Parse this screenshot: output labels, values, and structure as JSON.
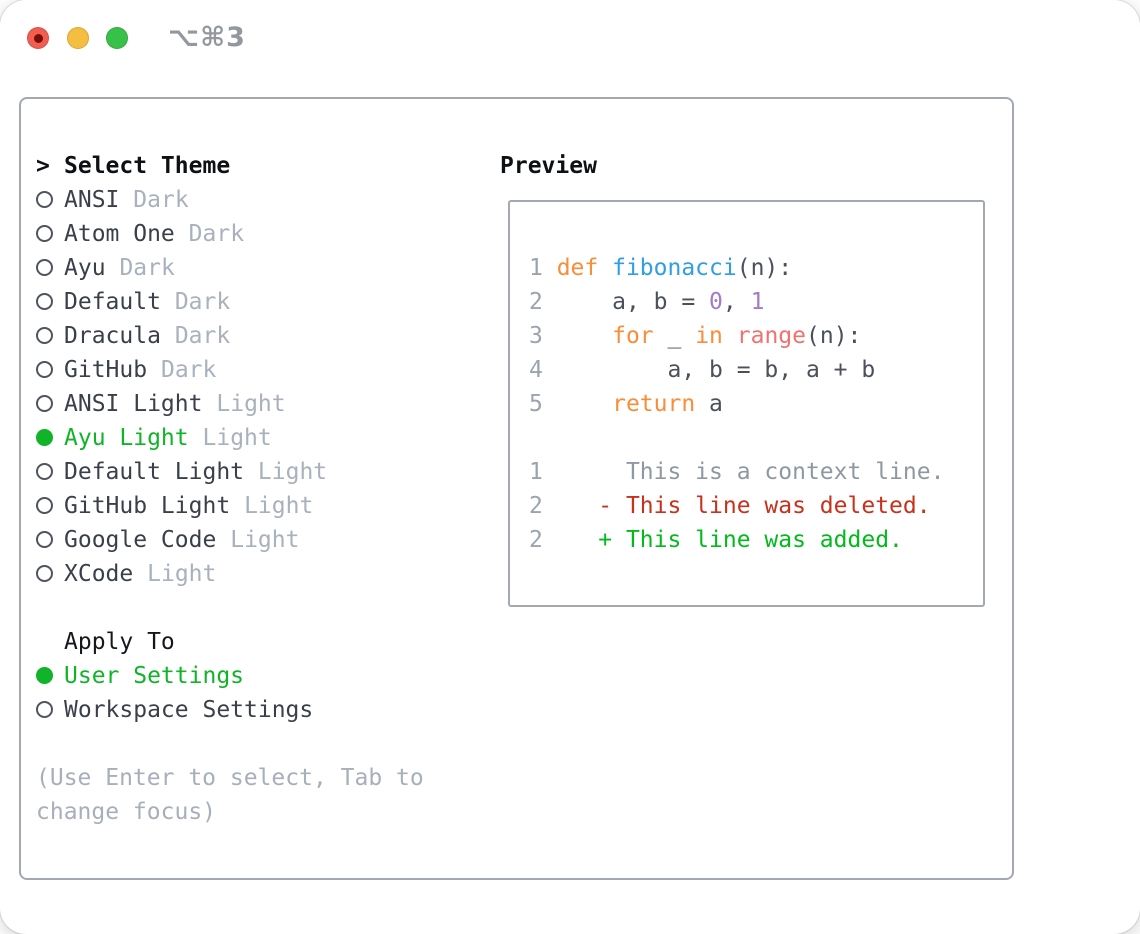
{
  "window": {
    "title_shortcut": "⌥⌘3"
  },
  "theme_panel": {
    "prompt": ">",
    "header": "Select Theme",
    "items": [
      {
        "name": "ANSI",
        "variant": "Dark",
        "selected": false
      },
      {
        "name": "Atom One",
        "variant": "Dark",
        "selected": false
      },
      {
        "name": "Ayu",
        "variant": "Dark",
        "selected": false
      },
      {
        "name": "Default",
        "variant": "Dark",
        "selected": false
      },
      {
        "name": "Dracula",
        "variant": "Dark",
        "selected": false
      },
      {
        "name": "GitHub",
        "variant": "Dark",
        "selected": false
      },
      {
        "name": "ANSI Light",
        "variant": "Light",
        "selected": false
      },
      {
        "name": "Ayu Light",
        "variant": "Light",
        "selected": true
      },
      {
        "name": "Default Light",
        "variant": "Light",
        "selected": false
      },
      {
        "name": "GitHub Light",
        "variant": "Light",
        "selected": false
      },
      {
        "name": "Google Code",
        "variant": "Light",
        "selected": false
      },
      {
        "name": "XCode",
        "variant": "Light",
        "selected": false
      }
    ]
  },
  "apply_panel": {
    "header": "Apply To",
    "options": [
      {
        "label": "User Settings",
        "selected": true
      },
      {
        "label": "Workspace Settings",
        "selected": false
      }
    ]
  },
  "help": {
    "line1": "(Use Enter to select, Tab to",
    "line2": "change focus)"
  },
  "preview": {
    "header": "Preview",
    "code_lines": [
      [
        {
          "t": "1 ",
          "c": "num"
        },
        {
          "t": "def ",
          "c": "kw"
        },
        {
          "t": "fibonacci",
          "c": "fn"
        },
        {
          "t": "(n):",
          "c": "plain"
        }
      ],
      [
        {
          "t": "2 ",
          "c": "num"
        },
        {
          "t": "    a, b = ",
          "c": "plain"
        },
        {
          "t": "0",
          "c": "purple"
        },
        {
          "t": ", ",
          "c": "plain"
        },
        {
          "t": "1",
          "c": "purple"
        }
      ],
      [
        {
          "t": "3 ",
          "c": "num"
        },
        {
          "t": "    ",
          "c": "plain"
        },
        {
          "t": "for",
          "c": "kw"
        },
        {
          "t": " _ ",
          "c": "plain"
        },
        {
          "t": "in",
          "c": "kw"
        },
        {
          "t": " ",
          "c": "plain"
        },
        {
          "t": "range",
          "c": "coral"
        },
        {
          "t": "(n):",
          "c": "plain"
        }
      ],
      [
        {
          "t": "4 ",
          "c": "num"
        },
        {
          "t": "        a, b = b, a + b",
          "c": "plain"
        }
      ],
      [
        {
          "t": "5 ",
          "c": "num"
        },
        {
          "t": "    ",
          "c": "plain"
        },
        {
          "t": "return",
          "c": "kw"
        },
        {
          "t": " a",
          "c": "plain"
        }
      ],
      [],
      [
        {
          "t": "1",
          "c": "num"
        },
        {
          "t": "      This is a context line.",
          "c": "ctx"
        }
      ],
      [
        {
          "t": "2",
          "c": "num"
        },
        {
          "t": "    ",
          "c": "plain"
        },
        {
          "t": "- This line was deleted.",
          "c": "del"
        }
      ],
      [
        {
          "t": "2",
          "c": "num"
        },
        {
          "t": "    ",
          "c": "plain"
        },
        {
          "t": "+ This line was added.",
          "c": "add"
        }
      ]
    ]
  },
  "colors": {
    "selection_green": "#11b428",
    "added_green": "#03ba1d",
    "deleted_red": "#c8311b",
    "keyword_orange": "#f98d3a",
    "function_blue": "#2f9fe5",
    "number_purple": "#a37acc",
    "call_coral": "#f0716f",
    "code_text": "#4a515b",
    "gutter_gray": "#9aa3ae",
    "muted_gray": "#a8b1bd",
    "border_gray": "#a2a9b3",
    "traffic_red": "#f15e51",
    "traffic_yellow": "#f6be40",
    "traffic_green": "#37c149"
  }
}
